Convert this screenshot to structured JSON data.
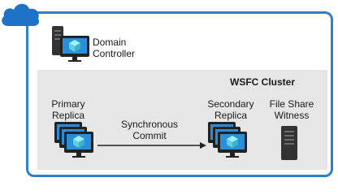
{
  "diagram": {
    "domain_controller_label": "Domain\nController",
    "cluster_label": "WSFC Cluster",
    "primary_label": "Primary\nReplica",
    "secondary_label": "Secondary\nReplica",
    "witness_label": "File Share\nWitness",
    "sync_label": "Synchronous\nCommit",
    "icons": [
      "cloud-icon",
      "server-icon",
      "monitor-icon",
      "replica-monitor-stack-icon",
      "file-share-server-icon",
      "arrow-icon"
    ]
  },
  "colors": {
    "frame_blue": "#2f7fc9",
    "cloud_blue": "#1e73c8",
    "cluster_gray": "#e6e6e6",
    "screen_blue": "#2a8fd8",
    "cube_teal": "#5fd0e0"
  }
}
